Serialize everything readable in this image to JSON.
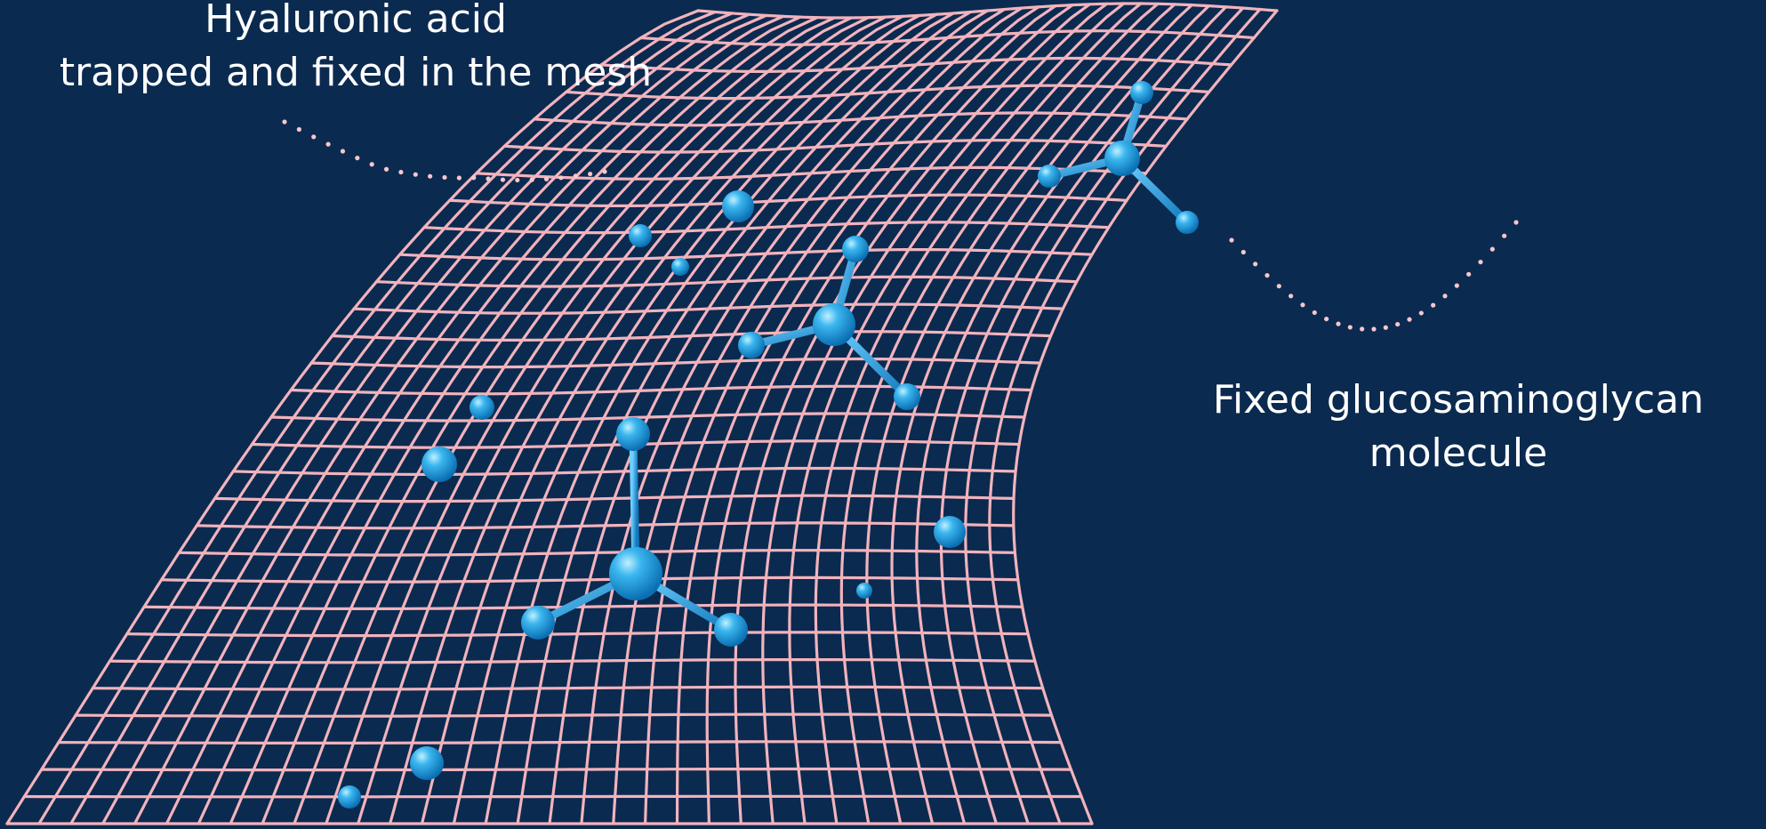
{
  "labels": {
    "hyaluronic_acid": {
      "line1": "Hyaluronic acid",
      "line2": "trapped and fixed in the mesh"
    },
    "glycosaminoglycan": {
      "line1": "Fixed glucosaminoglycan",
      "line2": "molecule"
    }
  },
  "colors": {
    "background": "#0b2a4f",
    "mesh": "#f2b3bd",
    "molecule": "#1ea0e0",
    "pointer_dots": "#f6c7cd",
    "text": "#ffffff"
  }
}
